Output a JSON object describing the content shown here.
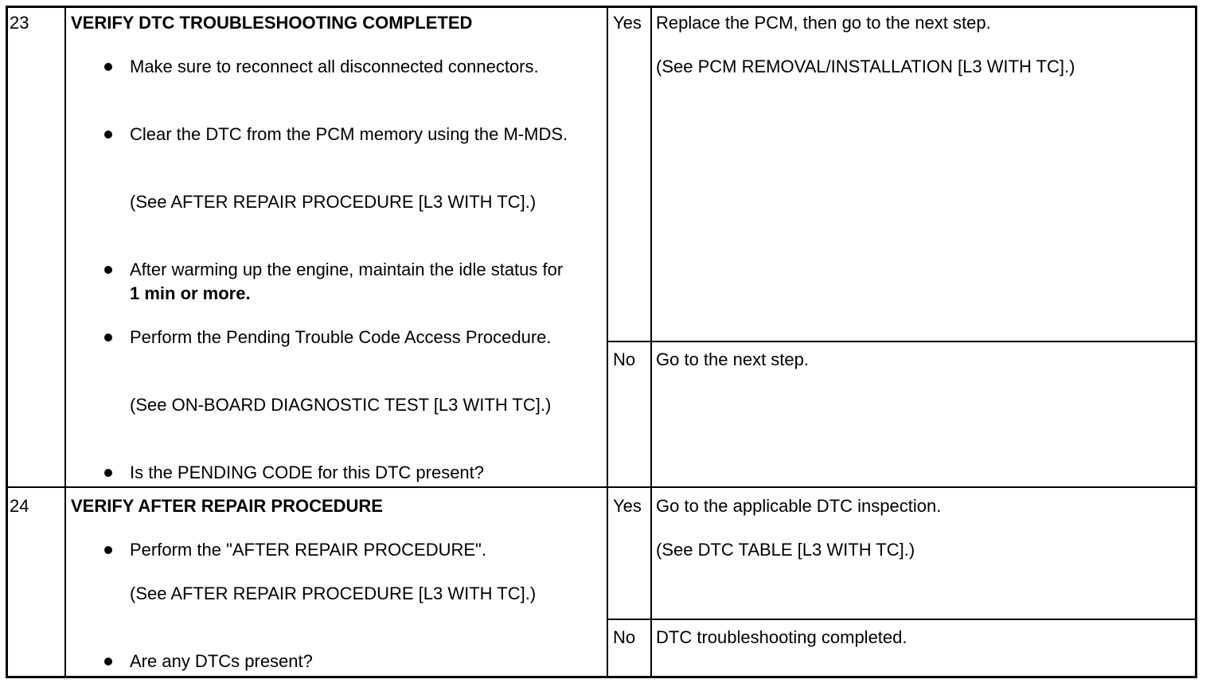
{
  "steps": [
    {
      "number": "23",
      "title": "VERIFY DTC TROUBLESHOOTING COMPLETED",
      "items": {
        "b1": "Make sure to reconnect all disconnected connectors.",
        "b2": "Clear the DTC from the PCM memory using the M-MDS.",
        "b2_ref": "(See AFTER REPAIR PROCEDURE [L3 WITH TC].)",
        "b3_pre": "After warming up the engine, maintain the idle status for ",
        "b3_bold": "1 min or more.",
        "b4": "Perform the Pending Trouble Code Access Procedure.",
        "b4_ref": "(See ON-BOARD DIAGNOSTIC TEST [L3 WITH TC].)",
        "b5": "Is the PENDING CODE for this DTC present?"
      },
      "yes_label": "Yes",
      "yes_action": "Replace the PCM, then go to the next step.",
      "yes_ref": "(See PCM REMOVAL/INSTALLATION [L3 WITH TC].)",
      "no_label": "No",
      "no_action": "Go to the next step."
    },
    {
      "number": "24",
      "title": "VERIFY AFTER REPAIR PROCEDURE",
      "items": {
        "b1": "Perform the \"AFTER REPAIR PROCEDURE\".",
        "b1_ref": "(See AFTER REPAIR PROCEDURE [L3 WITH TC].)",
        "b2": "Are any DTCs present?"
      },
      "yes_label": "Yes",
      "yes_action": "Go to the applicable DTC inspection.",
      "yes_ref": "(See DTC TABLE [L3 WITH TC].)",
      "no_label": "No",
      "no_action": "DTC troubleshooting completed."
    }
  ]
}
